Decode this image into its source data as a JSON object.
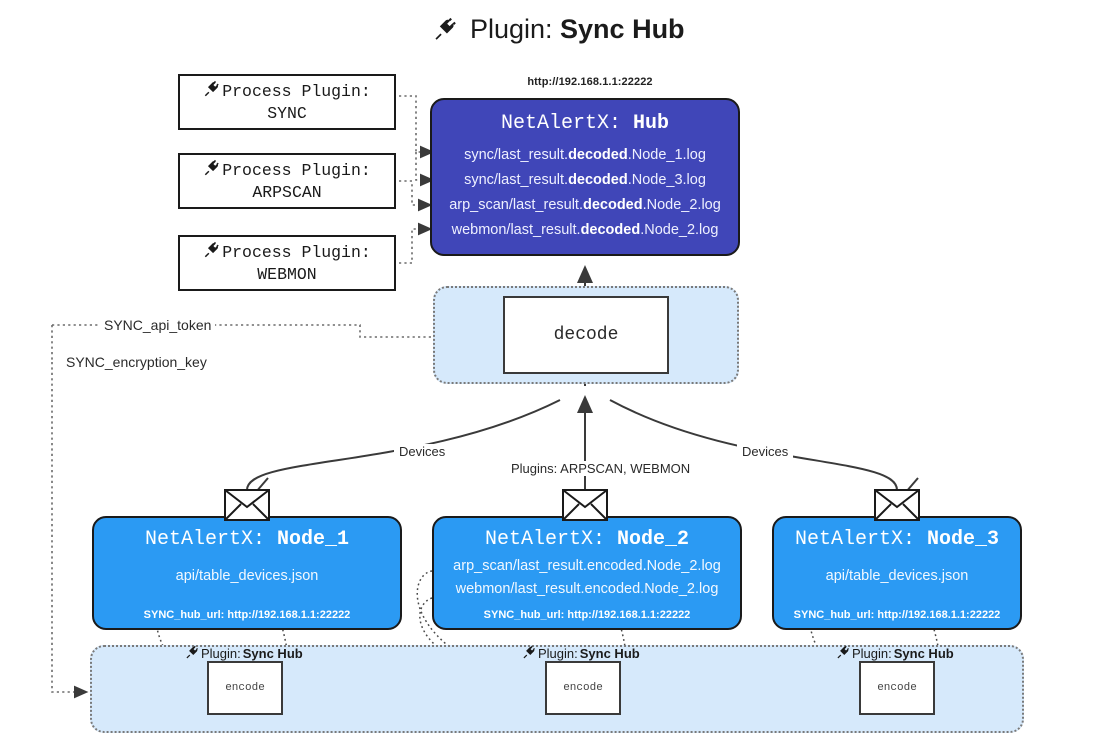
{
  "title": {
    "icon": "plug-icon",
    "prefix": "Plugin:",
    "name": "Sync Hub"
  },
  "process_plugins": [
    {
      "icon": "plug-icon",
      "line1": "Process Plugin:",
      "line2": "SYNC"
    },
    {
      "icon": "plug-icon",
      "line1": "Process Plugin:",
      "line2": "ARPSCAN"
    },
    {
      "icon": "plug-icon",
      "line1": "Process Plugin:",
      "line2": "WEBMON"
    }
  ],
  "hub": {
    "url": "http://192.168.1.1:22222",
    "title_prefix": "NetAlertX:",
    "title_name": "Hub",
    "logs": [
      {
        "pre": "sync/last_result.",
        "mid": "decoded",
        "post": ".Node_1.log"
      },
      {
        "pre": "sync/last_result.",
        "mid": "decoded",
        "post": ".Node_3.log"
      },
      {
        "pre": "arp_scan/last_result.",
        "mid": "decoded",
        "post": ".Node_2.log"
      },
      {
        "pre": "webmon/last_result.",
        "mid": "decoded",
        "post": ".Node_2.log"
      }
    ]
  },
  "decode": {
    "box_label": "decode"
  },
  "tokens": {
    "api_token": "SYNC_api_token",
    "encryption_key": "SYNC_encryption_key"
  },
  "edge_labels": {
    "devices_left": "Devices",
    "devices_right": "Devices",
    "plugins_center": "Plugins: ARPSCAN, WEBMON"
  },
  "nodes": [
    {
      "id": "node1",
      "title_prefix": "NetAlertX:",
      "title_name": "Node_1",
      "lines": [
        {
          "pre": "api/table_devices.json",
          "mid": "",
          "post": ""
        }
      ],
      "footer": "SYNC_hub_url: http://192.168.1.1:22222",
      "icon": "envelope-icon"
    },
    {
      "id": "node2",
      "title_prefix": "NetAlertX:",
      "title_name": "Node_2",
      "lines": [
        {
          "pre": "arp_scan/last_result.encoded.Node_2.log",
          "mid": "",
          "post": ""
        },
        {
          "pre": "webmon/last_result.encoded.Node_2.log",
          "mid": "",
          "post": ""
        }
      ],
      "footer": "SYNC_hub_url: http://192.168.1.1:22222",
      "icon": "envelope-icon"
    },
    {
      "id": "node3",
      "title_prefix": "NetAlertX:",
      "title_name": "Node_3",
      "lines": [
        {
          "pre": "api/table_devices.json",
          "mid": "",
          "post": ""
        }
      ],
      "footer": "SYNC_hub_url: http://192.168.1.1:22222",
      "icon": "envelope-icon"
    }
  ],
  "encoders": [
    {
      "label_prefix": "Plugin:",
      "label_name": "Sync Hub",
      "box_label": "encode",
      "icon": "plug-icon"
    },
    {
      "label_prefix": "Plugin:",
      "label_name": "Sync Hub",
      "box_label": "encode",
      "icon": "plug-icon"
    },
    {
      "label_prefix": "Plugin:",
      "label_name": "Sync Hub",
      "box_label": "encode",
      "icon": "plug-icon"
    }
  ],
  "colors": {
    "hub_fill": "#4046b8",
    "node_fill": "#2b9af3",
    "container_fill": "#d6e9fb",
    "stroke": "#1a1a1a"
  }
}
